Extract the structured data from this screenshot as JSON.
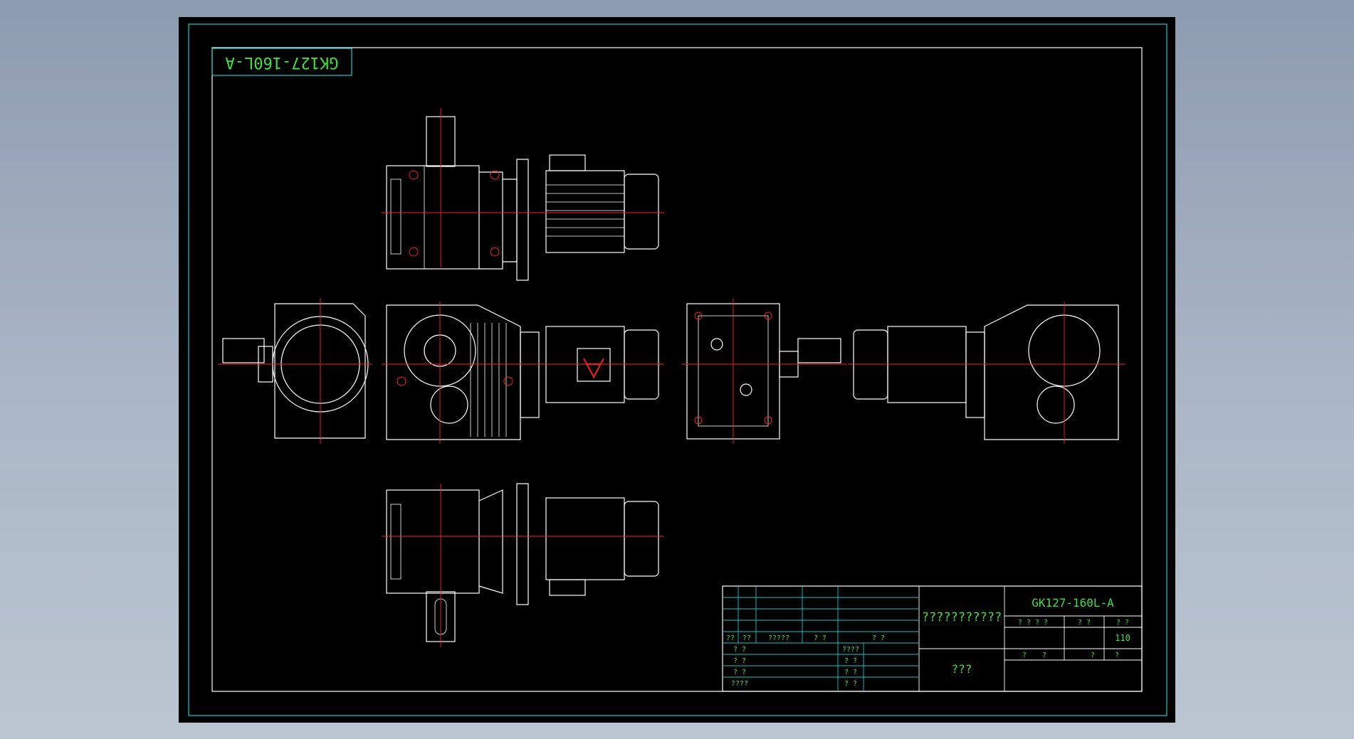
{
  "drawing": {
    "corner_label": "GK127-160L-A",
    "title_block": {
      "drawing_number": "GK127-160L-A",
      "main_name": "???????????",
      "company": "???",
      "scale_value": "110",
      "header_cells": [
        "?? ",
        "??",
        "?????",
        "? ?",
        "? ?"
      ],
      "left_rows": [
        "? ?",
        "? ?",
        "? ?",
        "????"
      ],
      "mid_rows": [
        "????",
        "? ?",
        "? ?",
        "? ?"
      ],
      "right_hdr": [
        "? ? ? ?",
        "? ?",
        "? ?"
      ],
      "right_bottom": [
        "?",
        "?",
        "?",
        "?"
      ]
    }
  },
  "colors": {
    "background": "#000000",
    "frame": "#19c8c8",
    "outline": "#ffffff",
    "centerline": "#ff2020",
    "text": "#3fe03f",
    "logo": "#e02020"
  }
}
